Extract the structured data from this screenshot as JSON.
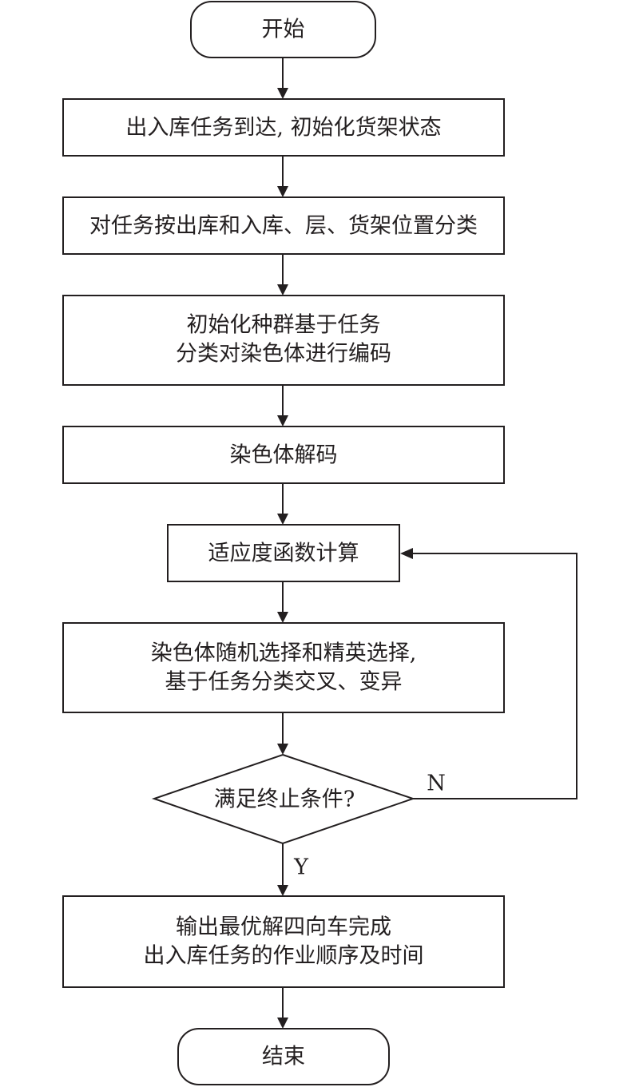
{
  "flowchart": {
    "start": "开始",
    "step1": "出入库任务到达, 初始化货架状态",
    "step2": "对任务按出库和入库、层、货架位置分类",
    "step3_line1": "初始化种群基于任务",
    "step3_line2": "分类对染色体进行编码",
    "step4": "染色体解码",
    "step5": "适应度函数计算",
    "step6_line1": "染色体随机选择和精英选择,",
    "step6_line2": "基于任务分类交叉、变异",
    "decision": "满足终止条件?",
    "no_label": "N",
    "yes_label": "Y",
    "step7_line1": "输出最优解四向车完成",
    "step7_line2": "出入库任务的作业顺序及时间",
    "end": "结束"
  },
  "colors": {
    "stroke": "#231f20",
    "fill": "#ffffff"
  }
}
